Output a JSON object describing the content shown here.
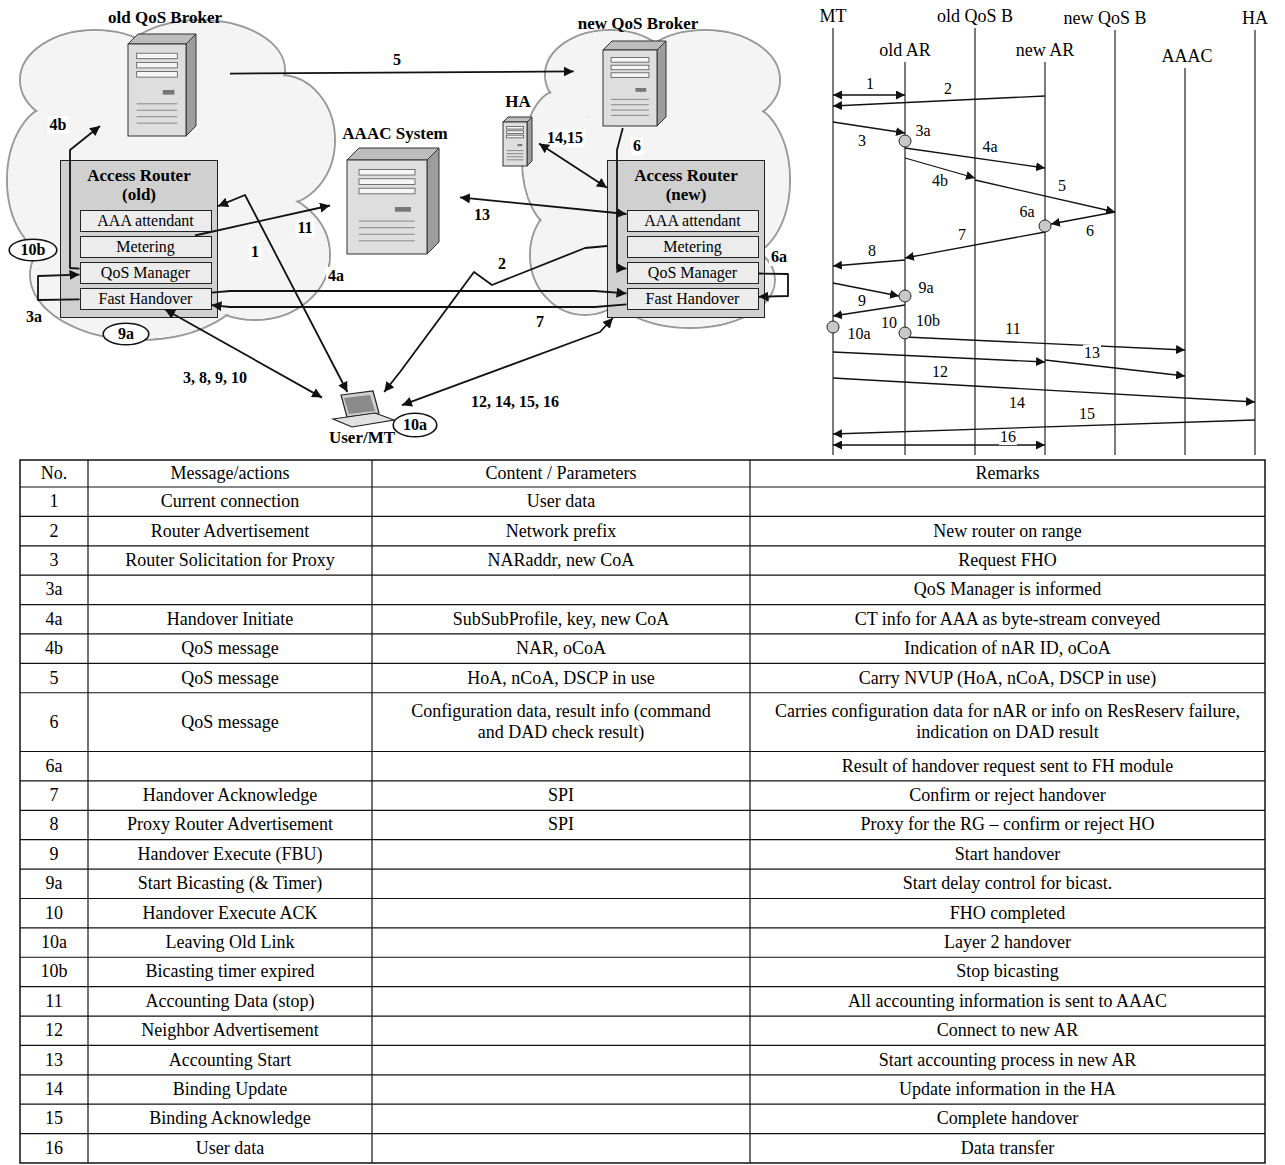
{
  "diagram": {
    "nodes": [
      {
        "text": [
          "old QoS Broker"
        ]
      },
      {
        "text": [
          "new QoS Broker"
        ]
      },
      {
        "text": [
          "HA"
        ]
      },
      {
        "text": [
          "AAAC System"
        ]
      },
      {
        "text": [
          "Access Router (old)"
        ]
      },
      {
        "text": [
          "AAA attendant"
        ],
        "in": 4
      },
      {
        "text": [
          "Metering"
        ],
        "in": 4
      },
      {
        "text": [
          "QoS Manager"
        ],
        "in": 4
      },
      {
        "text": [
          "Fast Handover"
        ],
        "in": 4
      },
      {
        "text": [
          "Access Router (new)"
        ]
      },
      {
        "text": [
          "AAA attendant"
        ],
        "in": 9
      },
      {
        "text": [
          "Metering"
        ],
        "in": 9
      },
      {
        "text": [
          "QoS Manager"
        ],
        "in": 9
      },
      {
        "text": [
          "Fast Handover"
        ],
        "in": 9
      },
      {
        "text": [
          "User/MT"
        ]
      },
      {
        "text": [
          "10b"
        ]
      },
      {
        "text": [
          "9a"
        ]
      },
      {
        "text": [
          "10a"
        ]
      }
    ],
    "edges": [
      {
        "from": 7,
        "to": 0,
        "label": "4b",
        "arrow": "to"
      },
      {
        "from": 0,
        "to": 1,
        "label": "5",
        "arrow": "to"
      },
      {
        "from": 1,
        "to": 12,
        "label": "6",
        "arrow": "to"
      },
      {
        "from": 4,
        "to": 14,
        "label": "1",
        "arrow": "both"
      },
      {
        "from": 6,
        "to": 3,
        "label": "11",
        "arrow": "to"
      },
      {
        "from": 10,
        "to": 3,
        "label": "13",
        "arrow": "both"
      },
      {
        "from": 8,
        "to": 13,
        "label": "4a",
        "arrow": "to"
      },
      {
        "from": 13,
        "to": 8,
        "label": "7",
        "arrow": "to"
      },
      {
        "from": 8,
        "to": 14,
        "label": "3, 8, 9, 10",
        "arrow": "both"
      },
      {
        "from": 9,
        "to": 14,
        "label": "2",
        "arrow": "to"
      },
      {
        "from": 9,
        "to": 14,
        "label": "12, 14, 15, 16",
        "arrow": "both"
      },
      {
        "from": 9,
        "to": 2,
        "label": "14,15",
        "arrow": "both"
      },
      {
        "from": 8,
        "to": 7,
        "label": "3a",
        "arrow": "to"
      },
      {
        "from": 12,
        "to": 13,
        "label": "6a",
        "arrow": "to"
      }
    ],
    "labels": [
      "MT",
      "old QoS B",
      "new QoS B",
      "HA",
      "old AR",
      "new AR",
      "AAAC",
      "1",
      "2",
      "3",
      "3a",
      "4a",
      "4b",
      "5",
      "6a",
      "6",
      "7",
      "8",
      "9",
      "9a",
      "10",
      "10a",
      "10b",
      "11",
      "12",
      "13",
      "14",
      "15",
      "16",
      "No.",
      "Message/actions",
      "Content / Parameters",
      "Remarks",
      "1",
      "Current connection",
      "User data",
      "2",
      "Router Advertisement",
      "Network prefix",
      "New router on range",
      "3",
      "Router Solicitation for Proxy",
      "NARaddr, new CoA",
      "Request FHO",
      "3a",
      "QoS Manager is informed",
      "4a",
      "Handover Initiate",
      "SubSubProfile, key, new CoA",
      "CT info for AAA as byte-stream conveyed",
      "4b",
      "QoS message",
      "NAR, oCoA",
      "Indication of nAR ID, oCoA",
      "5",
      "QoS message",
      "HoA, nCoA, DSCP in use",
      "Carry NVUP (HoA, nCoA, DSCP in use)",
      "6",
      "QoS message",
      "Configuration data, result info (command and DAD check result)",
      "Carries configuration data for nAR or info on ResReserv failure, indication on DAD result",
      "6a",
      "Result of handover request sent to FH module",
      "7",
      "Handover Acknowledge",
      "SPI",
      "Confirm or reject handover",
      "8",
      "Proxy Router Advertisement",
      "SPI",
      "Proxy for the RG – confirm or reject HO",
      "9",
      "Handover Execute (FBU)",
      "Start handover",
      "9a",
      "Start Bicasting (& Timer)",
      "Start delay control for bicast.",
      "10",
      "Handover Execute ACK",
      "FHO completed",
      "10a",
      "Leaving Old Link",
      "Layer 2 handover",
      "10b",
      "Bicasting timer expired",
      "Stop bicasting",
      "11",
      "Accounting Data (stop)",
      "All accounting information is sent to AAAC",
      "12",
      "Neighbor Advertisement",
      "Connect to new AR",
      "13",
      "Accounting Start",
      "Start accounting process in new AR",
      "14",
      "Binding Update",
      "Update information in the HA",
      "15",
      "Binding Acknowledge",
      "Complete handover",
      "16",
      "User data",
      "Data transfer"
    ]
  }
}
